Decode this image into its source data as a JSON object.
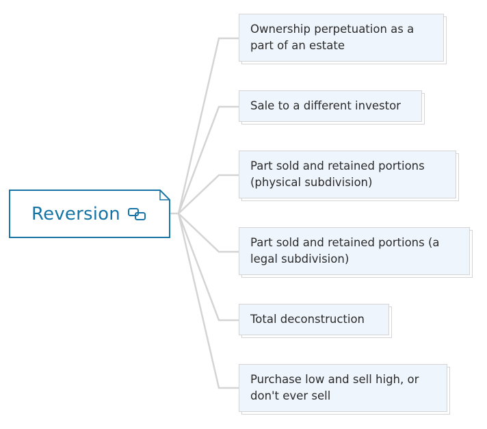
{
  "root": {
    "label": "Reversion",
    "icon": "linked-topic-icon",
    "color": "#1573a6"
  },
  "topics": [
    {
      "label": "Ownership perpetuation as a part of an estate"
    },
    {
      "label": "Sale to a different investor"
    },
    {
      "label": "Part sold and retained portions (physical subdivision)"
    },
    {
      "label": "Part sold and retained portions (a legal subdivision)"
    },
    {
      "label": "Total deconstruction"
    },
    {
      "label": "Purchase low and sell high, or don't ever sell"
    }
  ],
  "colors": {
    "connector": "#d4d4d4",
    "topic_fill": "#eef5fc",
    "topic_border": "#d4d4d4",
    "root_border": "#1573a6"
  }
}
